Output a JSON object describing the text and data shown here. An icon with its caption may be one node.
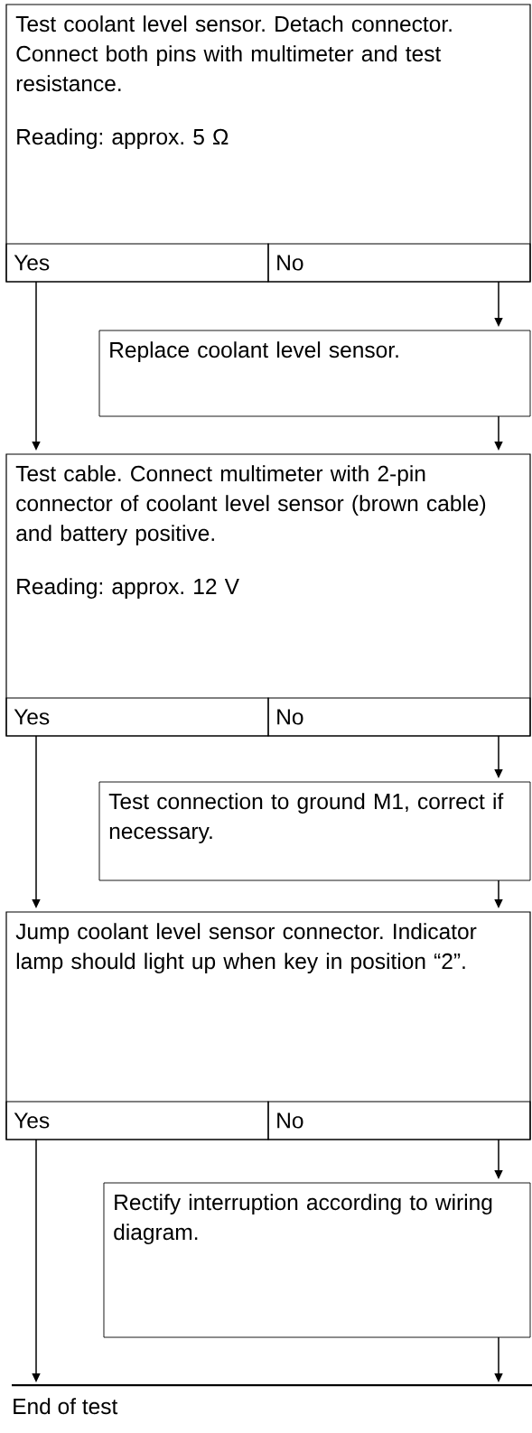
{
  "diagram": {
    "nodes": [
      {
        "text": [
          "Test coolant level sensor. Detach connector. Connect both pins with multimeter and test resistance.",
          "Reading: approx. 5 Ω"
        ]
      },
      {
        "text": [
          "Yes"
        ],
        "in": 0
      },
      {
        "text": [
          "No"
        ],
        "in": 0
      },
      {
        "text": [
          "Replace coolant level sensor."
        ]
      },
      {
        "text": [
          "Test cable. Connect multimeter with 2-pin connector of coolant level sensor (brown cable) and battery positive.",
          "Reading: approx. 12 V"
        ]
      },
      {
        "text": [
          "Yes"
        ],
        "in": 4
      },
      {
        "text": [
          "No"
        ],
        "in": 4
      },
      {
        "text": [
          "Test connection to ground M1, correct if necessary."
        ]
      },
      {
        "text": [
          "Jump coolant level sensor connector. Indicator lamp should light up when key in position “2”."
        ]
      },
      {
        "text": [
          "Yes"
        ],
        "in": 8
      },
      {
        "text": [
          "No"
        ],
        "in": 8
      },
      {
        "text": [
          "Rectify interruption according to wiring diagram."
        ]
      },
      {
        "text": [
          "End of test"
        ]
      }
    ],
    "edges": [
      {
        "from": 2,
        "to": 3,
        "arrow": "to"
      },
      {
        "from": 1,
        "to": 4,
        "arrow": "to"
      },
      {
        "from": 3,
        "to": 4,
        "arrow": "to"
      },
      {
        "from": 6,
        "to": 7,
        "arrow": "to"
      },
      {
        "from": 5,
        "to": 8,
        "arrow": "to"
      },
      {
        "from": 7,
        "to": 8,
        "arrow": "to"
      },
      {
        "from": 10,
        "to": 11,
        "arrow": "to"
      },
      {
        "from": 9,
        "to": 12,
        "arrow": "to"
      },
      {
        "from": 11,
        "to": 12,
        "arrow": "to"
      }
    ]
  }
}
